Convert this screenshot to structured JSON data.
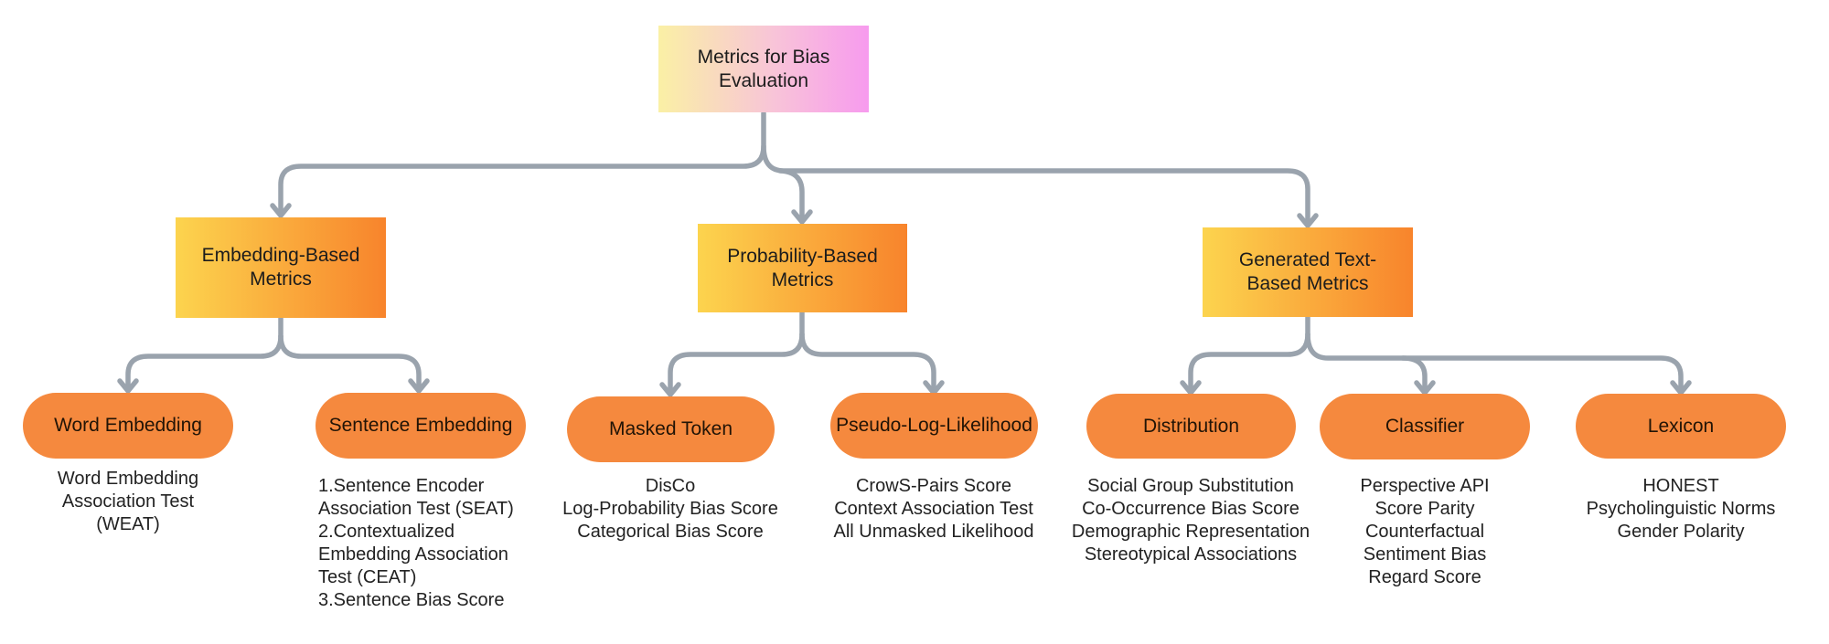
{
  "diagram": {
    "root": {
      "label": "Metrics for Bias Evaluation"
    },
    "branches": [
      {
        "label": "Embedding-Based Metrics",
        "children": [
          {
            "label": "Word Embedding",
            "items": [
              "Word Embedding",
              "Association Test",
              "(WEAT)"
            ]
          },
          {
            "label": "Sentence Embedding",
            "items": [
              "1.Sentence Encoder",
              "Association Test (SEAT)",
              "2.Contextualized",
              "Embedding Association",
              "Test (CEAT)",
              "3.Sentence Bias Score"
            ]
          }
        ]
      },
      {
        "label": "Probability-Based Metrics",
        "children": [
          {
            "label": "Masked Token",
            "items": [
              "DisCo",
              "Log-Probability Bias Score",
              "Categorical Bias Score"
            ]
          },
          {
            "label": "Pseudo-Log-Likelihood",
            "items": [
              "CrowS-Pairs Score",
              "Context Association Test",
              "All Unmasked Likelihood"
            ]
          }
        ]
      },
      {
        "label": "Generated Text-Based Metrics",
        "children": [
          {
            "label": "Distribution",
            "items": [
              "Social Group Substitution",
              "Co-Occurrence Bias Score",
              "Demographic Representation",
              "Stereotypical Associations"
            ]
          },
          {
            "label": "Classifier",
            "items": [
              "Perspective API",
              "Score Parity",
              "Counterfactual",
              "Sentiment Bias",
              "Regard Score"
            ]
          },
          {
            "label": "Lexicon",
            "items": [
              "HONEST",
              "Psycholinguistic Norms",
              "Gender Polarity"
            ]
          }
        ]
      }
    ],
    "colors": {
      "root_gradient_start": "#FAF0A5",
      "root_gradient_end": "#F79BEE",
      "branch_gradient_start": "#FCD44E",
      "branch_gradient_end": "#F8842C",
      "leaf_fill": "#F5893E",
      "connector": "#9AA3AD",
      "text": "#1A1A1A"
    }
  }
}
